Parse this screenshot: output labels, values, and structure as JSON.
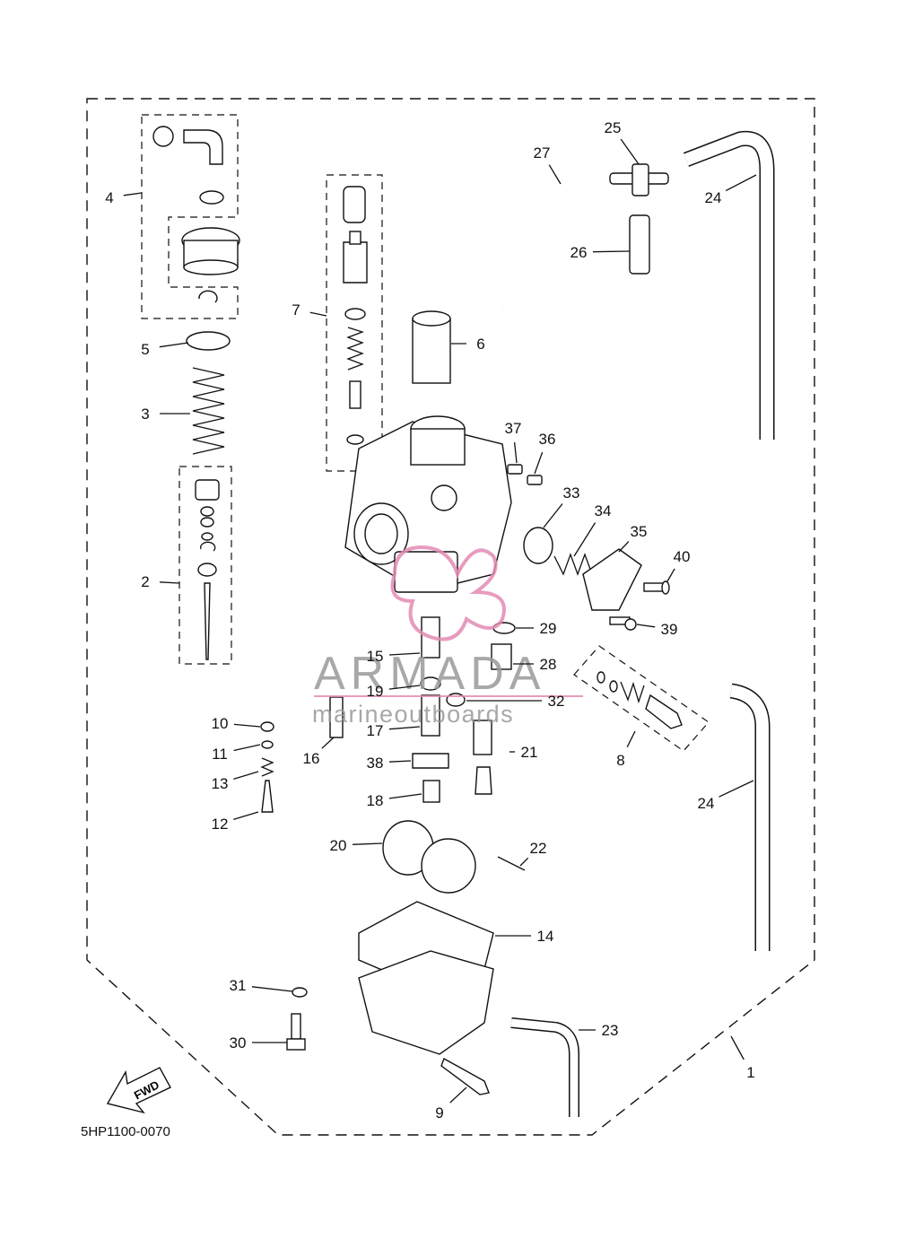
{
  "diagram_code": "5HP1100-0070",
  "fwd_label": "FWD",
  "watermark": {
    "brand": "ARMADA",
    "tagline": "marineoutboards"
  },
  "callouts": [
    "1",
    "2",
    "3",
    "4",
    "5",
    "6",
    "7",
    "8",
    "9",
    "10",
    "11",
    "12",
    "13",
    "14",
    "15",
    "16",
    "17",
    "18",
    "19",
    "20",
    "21",
    "22",
    "23",
    "24",
    "24",
    "25",
    "26",
    "27",
    "28",
    "29",
    "30",
    "31",
    "32",
    "33",
    "34",
    "35",
    "36",
    "37",
    "38",
    "39",
    "40"
  ],
  "colors": {
    "line": "#111111",
    "watermark_text": "#9a9a9a",
    "watermark_logo": "#e38bb4"
  }
}
